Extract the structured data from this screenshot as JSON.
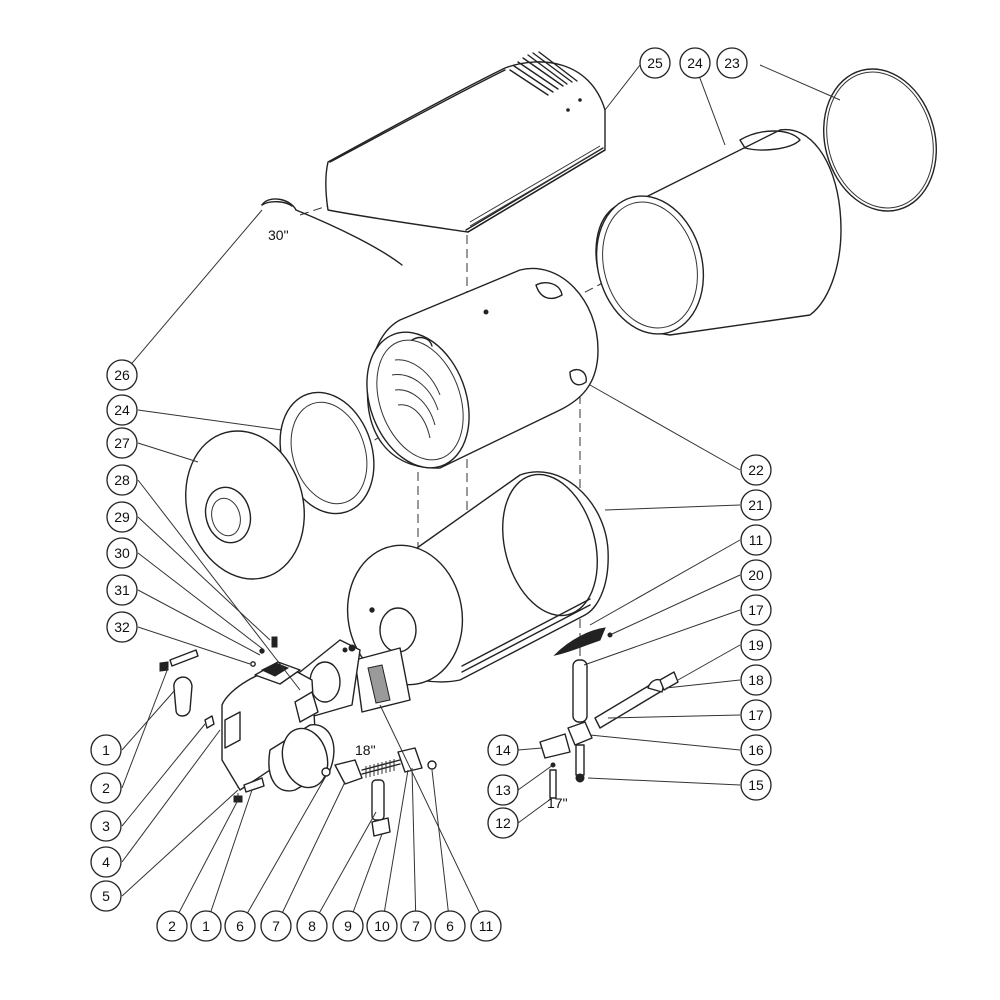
{
  "callouts": [
    {
      "id": "c25a",
      "label": "25"
    },
    {
      "id": "c24a",
      "label": "24"
    },
    {
      "id": "c23",
      "label": "23"
    },
    {
      "id": "c26",
      "label": "26"
    },
    {
      "id": "c24b",
      "label": "24"
    },
    {
      "id": "c27",
      "label": "27"
    },
    {
      "id": "c28",
      "label": "28"
    },
    {
      "id": "c29",
      "label": "29"
    },
    {
      "id": "c30",
      "label": "30"
    },
    {
      "id": "c31",
      "label": "31"
    },
    {
      "id": "c32",
      "label": "32"
    },
    {
      "id": "c22",
      "label": "22"
    },
    {
      "id": "c21",
      "label": "21"
    },
    {
      "id": "c11a",
      "label": "11"
    },
    {
      "id": "c20",
      "label": "20"
    },
    {
      "id": "c17a",
      "label": "17"
    },
    {
      "id": "c19",
      "label": "19"
    },
    {
      "id": "c18",
      "label": "18"
    },
    {
      "id": "c17b",
      "label": "17"
    },
    {
      "id": "c16",
      "label": "16"
    },
    {
      "id": "c15",
      "label": "15"
    },
    {
      "id": "c14",
      "label": "14"
    },
    {
      "id": "c13",
      "label": "13"
    },
    {
      "id": "c12",
      "label": "12"
    },
    {
      "id": "c1a",
      "label": "1"
    },
    {
      "id": "c2a",
      "label": "2"
    },
    {
      "id": "c3",
      "label": "3"
    },
    {
      "id": "c4",
      "label": "4"
    },
    {
      "id": "c5",
      "label": "5"
    },
    {
      "id": "c2b",
      "label": "2"
    },
    {
      "id": "c1b",
      "label": "1"
    },
    {
      "id": "c6a",
      "label": "6"
    },
    {
      "id": "c7a",
      "label": "7"
    },
    {
      "id": "c8",
      "label": "8"
    },
    {
      "id": "c9",
      "label": "9"
    },
    {
      "id": "c10",
      "label": "10"
    },
    {
      "id": "c7b",
      "label": "7"
    },
    {
      "id": "c6b",
      "label": "6"
    },
    {
      "id": "c11b",
      "label": "11"
    }
  ],
  "dimensions": {
    "cord_length": "30\"",
    "hose_length": "18\"",
    "tube_length": "17\""
  }
}
